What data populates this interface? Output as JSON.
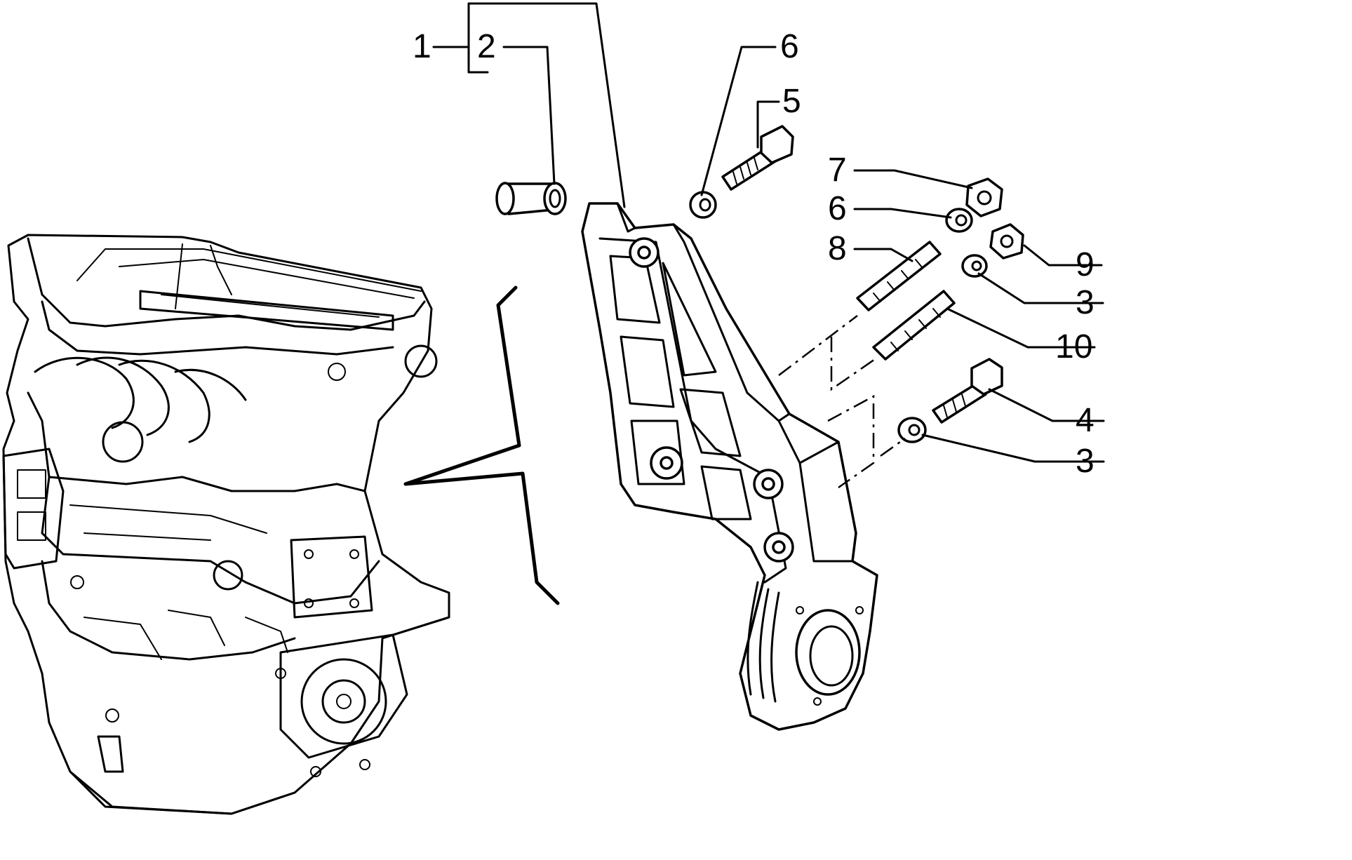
{
  "callouts": [
    {
      "id": "c1",
      "label": "1"
    },
    {
      "id": "c2",
      "label": "2"
    },
    {
      "id": "c6a",
      "label": "6"
    },
    {
      "id": "c5",
      "label": "5"
    },
    {
      "id": "c7",
      "label": "7"
    },
    {
      "id": "c6b",
      "label": "6"
    },
    {
      "id": "c8",
      "label": "8"
    },
    {
      "id": "c9",
      "label": "9"
    },
    {
      "id": "c3a",
      "label": "3"
    },
    {
      "id": "c10",
      "label": "10"
    },
    {
      "id": "c4",
      "label": "4"
    },
    {
      "id": "c3b",
      "label": "3"
    }
  ],
  "colors": {
    "line": "#000000",
    "background": "#ffffff"
  }
}
